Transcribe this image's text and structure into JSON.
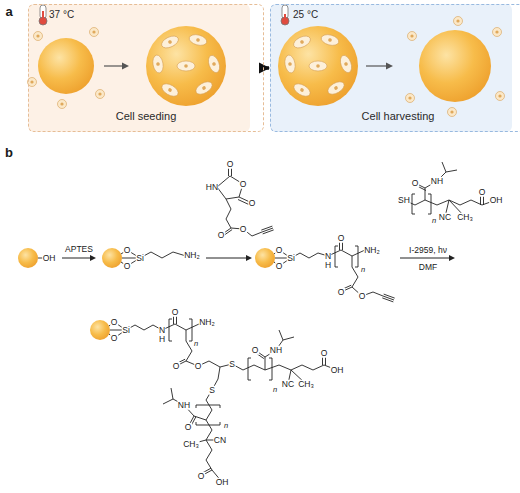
{
  "diagram": {
    "nodes": [
      {
        "text": [
          "37 °C",
          "Cell seeding"
        ]
      },
      {
        "text": [
          "25 °C",
          "Cell harvesting"
        ]
      }
    ],
    "edges": [
      {
        "from": 0,
        "to": 1,
        "arrow": "to"
      }
    ],
    "labels": [
      "a",
      "b",
      "OH",
      "APTES",
      "O",
      "O",
      "Si",
      "NH₂",
      "O",
      "HN",
      "O",
      "O",
      "O",
      "O",
      "O",
      "O",
      "Si",
      "N",
      "H",
      "O",
      "n",
      "NH₂",
      "O",
      "O",
      "SH",
      "O",
      "NH",
      "n",
      "NC",
      "CH₃",
      "O",
      "OH",
      "I-2959, hν",
      "DMF",
      "O",
      "O",
      "Si",
      "N",
      "H",
      "O",
      "n",
      "NH₂",
      "O",
      "O",
      "S",
      "S",
      "O",
      "NH",
      "n",
      "NC",
      "CH₃",
      "O",
      "OH",
      "O",
      "NH",
      "n",
      "CN",
      "CH₃",
      "O",
      "OH"
    ]
  }
}
